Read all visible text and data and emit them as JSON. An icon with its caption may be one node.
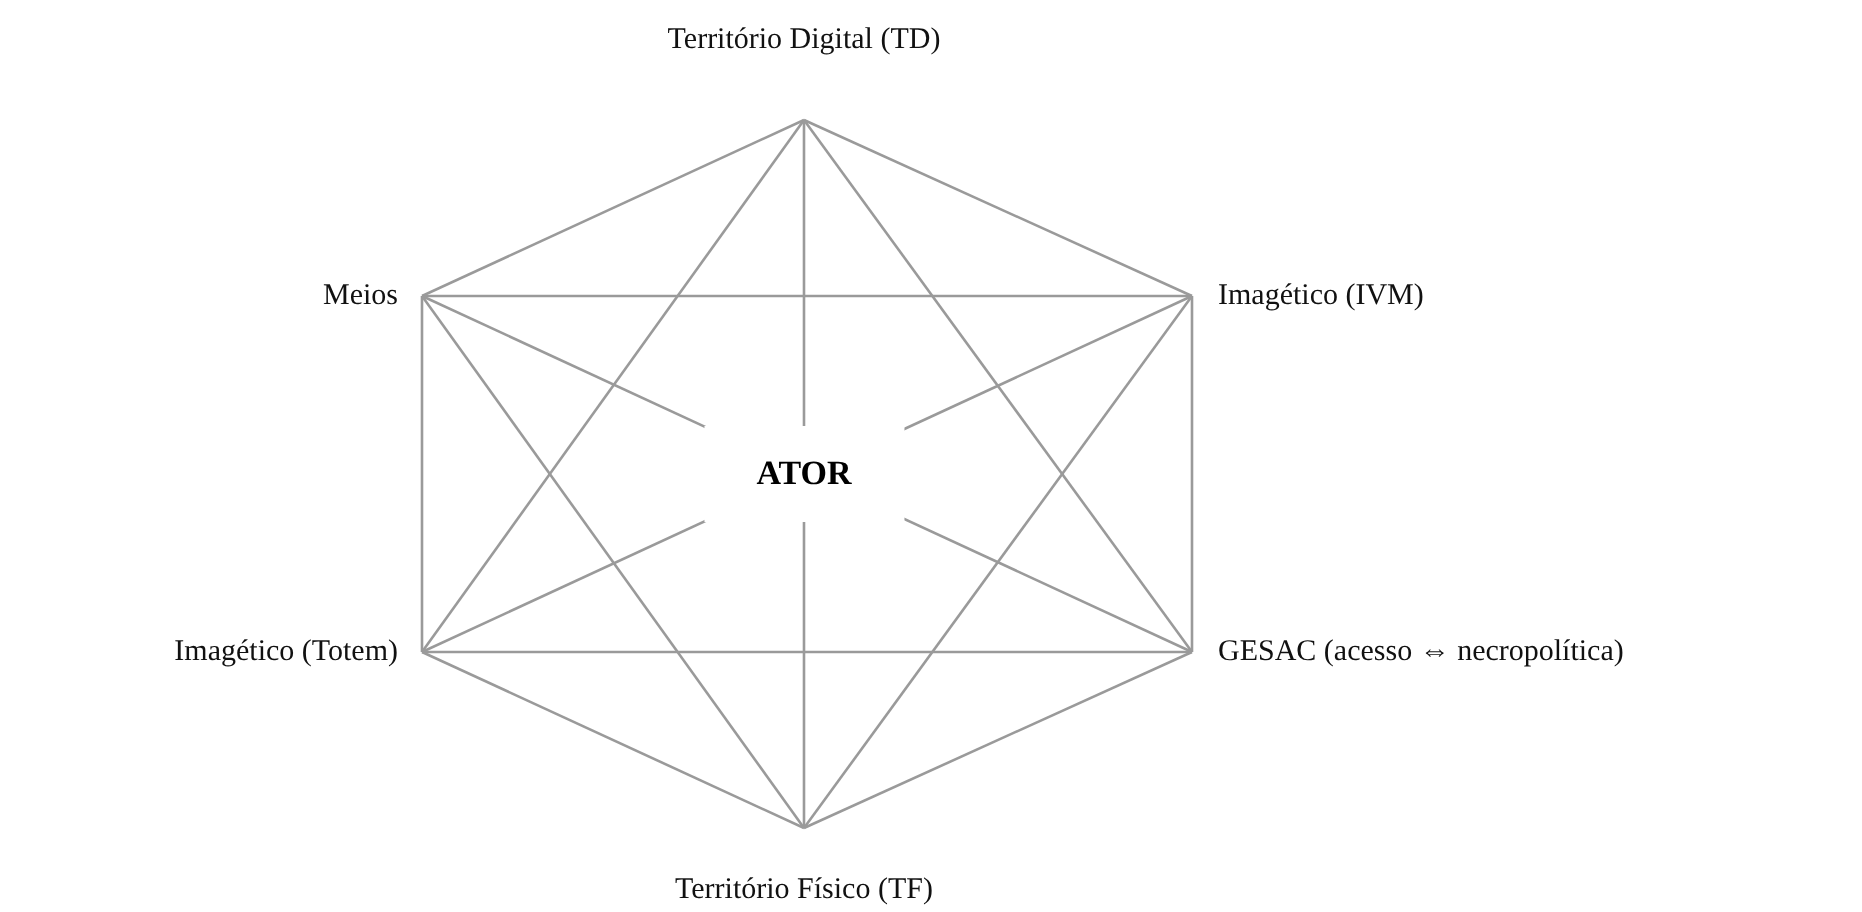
{
  "diagram": {
    "nodes": [
      {
        "text": [
          "Território Digital (TD)"
        ]
      },
      {
        "text": [
          "Meios"
        ]
      },
      {
        "text": [
          "Imagético (IVM)"
        ]
      },
      {
        "text": [
          "Imagético (Totem)"
        ]
      },
      {
        "text": [
          "GESAC (acesso ⇔ necropolítica)"
        ]
      },
      {
        "text": [
          "Território Físico (TF)"
        ]
      }
    ],
    "edges": [
      {
        "from": 0,
        "to": 1,
        "arrow": "none"
      },
      {
        "from": 0,
        "to": 2,
        "arrow": "none"
      },
      {
        "from": 0,
        "to": 3,
        "arrow": "none"
      },
      {
        "from": 0,
        "to": 4,
        "arrow": "none"
      },
      {
        "from": 0,
        "to": 5,
        "arrow": "none"
      },
      {
        "from": 1,
        "to": 2,
        "arrow": "none"
      },
      {
        "from": 1,
        "to": 3,
        "arrow": "none"
      },
      {
        "from": 1,
        "to": 4,
        "arrow": "none"
      },
      {
        "from": 1,
        "to": 5,
        "arrow": "none"
      },
      {
        "from": 2,
        "to": 3,
        "arrow": "none"
      },
      {
        "from": 2,
        "to": 4,
        "arrow": "none"
      },
      {
        "from": 2,
        "to": 5,
        "arrow": "none"
      },
      {
        "from": 3,
        "to": 4,
        "arrow": "none"
      },
      {
        "from": 3,
        "to": 5,
        "arrow": "none"
      },
      {
        "from": 4,
        "to": 5,
        "arrow": "none"
      }
    ],
    "labels": [
      "ATOR"
    ]
  }
}
